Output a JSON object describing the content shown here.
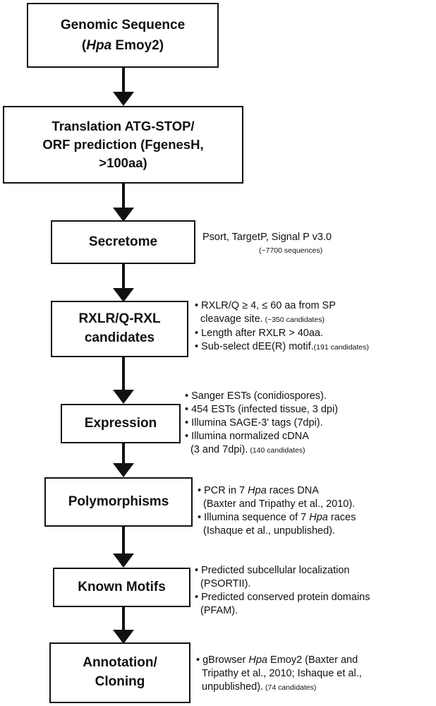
{
  "steps": {
    "genomic": {
      "line1": "Genomic Sequence",
      "open": "(",
      "hpa": "Hpa",
      "rest": " Emoy2)"
    },
    "translation": {
      "line1": "Translation ATG-STOP/",
      "line2": "ORF prediction (FgenesH,",
      "line3": ">100aa)"
    },
    "secretome": {
      "label": "Secretome"
    },
    "rxlr": {
      "line1": "RXLR/Q-RXL",
      "line2": "candidates"
    },
    "expression": {
      "label": "Expression"
    },
    "polymorphisms": {
      "label": "Polymorphisms"
    },
    "motifs": {
      "label": "Known Motifs"
    },
    "annotation": {
      "line1": "Annotation/",
      "line2": "Cloning"
    }
  },
  "notes": {
    "secretome": {
      "line1": "Psort, TargetP, Signal P v3.0",
      "count": "(~7700 sequences)"
    },
    "rxlr": {
      "b1a": "• RXLR/Q  ≥ 4, ≤ 60 aa from SP",
      "b1b": "cleavage site.",
      "b1count": " (~350 candidates)",
      "b2": "• Length after RXLR > 40aa.",
      "b3": "• Sub-select dEE(R) motif.",
      "b3count": "(191 candidates)"
    },
    "expression": {
      "b1": "• Sanger ESTs (conidiospores).",
      "b2": "• 454 ESTs (infected tissue, 3 dpi)",
      "b3": "• Illumina SAGE-3' tags (7dpi).",
      "b4a": "• Illumina normalized cDNA",
      "b4b": "(3 and 7dpi).",
      "b4count": " (140 candidates)"
    },
    "polymorphisms": {
      "b1pre": "• PCR in 7 ",
      "b1hpa": "Hpa",
      "b1post": " races DNA",
      "b1b": "(Baxter and Tripathy et al., 2010).",
      "b2pre": "• Illumina sequence of 7 ",
      "b2hpa": "Hpa",
      "b2post": " races",
      "b2b": "(Ishaque et al., unpublished)."
    },
    "motifs": {
      "b1a": "• Predicted subcellular localization",
      "b1b": "(PSORTII).",
      "b2a": "• Predicted conserved protein domains",
      "b2b": "(PFAM)."
    },
    "annotation": {
      "l1pre": "• gBrowser ",
      "l1hpa": "Hpa",
      "l1post": " Emoy2 (Baxter and",
      "l2": "Tripathy et al., 2010; Ishaque et al.,",
      "l3": "unpublished).",
      "count": "  (74 candidates)"
    }
  }
}
